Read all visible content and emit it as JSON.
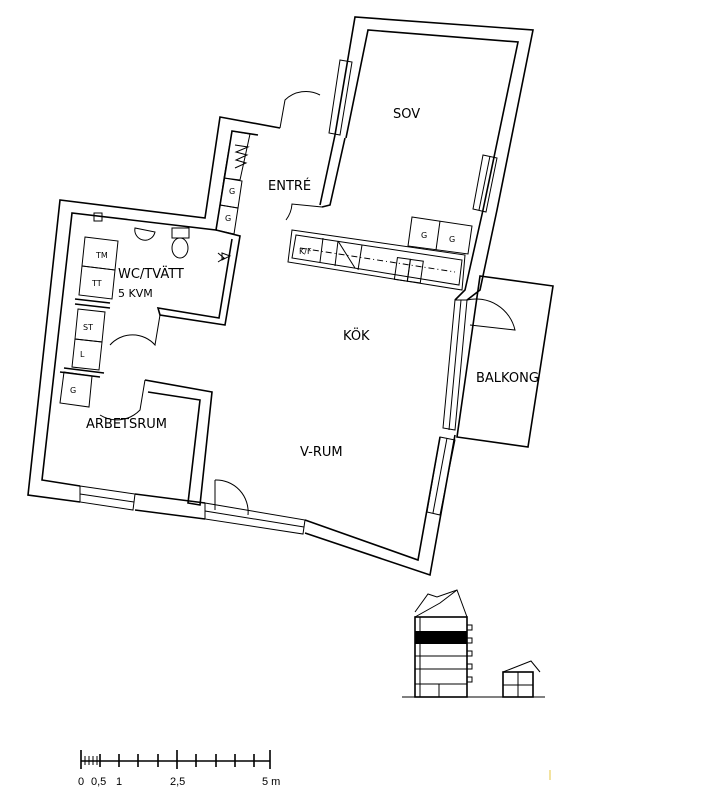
{
  "rooms": {
    "sov": "SOV",
    "entre": "ENTRÉ",
    "wc": "WC/TVÄTT",
    "wc_area": "5 KVM",
    "kok": "KÖK",
    "balkong": "BALKONG",
    "arbetsrum": "ARBETSRUM",
    "vrum": "V-RUM"
  },
  "fixtures": {
    "g1": "G",
    "g2": "G",
    "kf": "K/F",
    "g3": "G",
    "g4": "G",
    "tm": "TM",
    "tt": "TT",
    "st": "ST",
    "l": "L",
    "g5": "G"
  },
  "scale_bar": {
    "labels": [
      "0",
      "0,5",
      "1",
      "2,5",
      "5 m"
    ]
  }
}
